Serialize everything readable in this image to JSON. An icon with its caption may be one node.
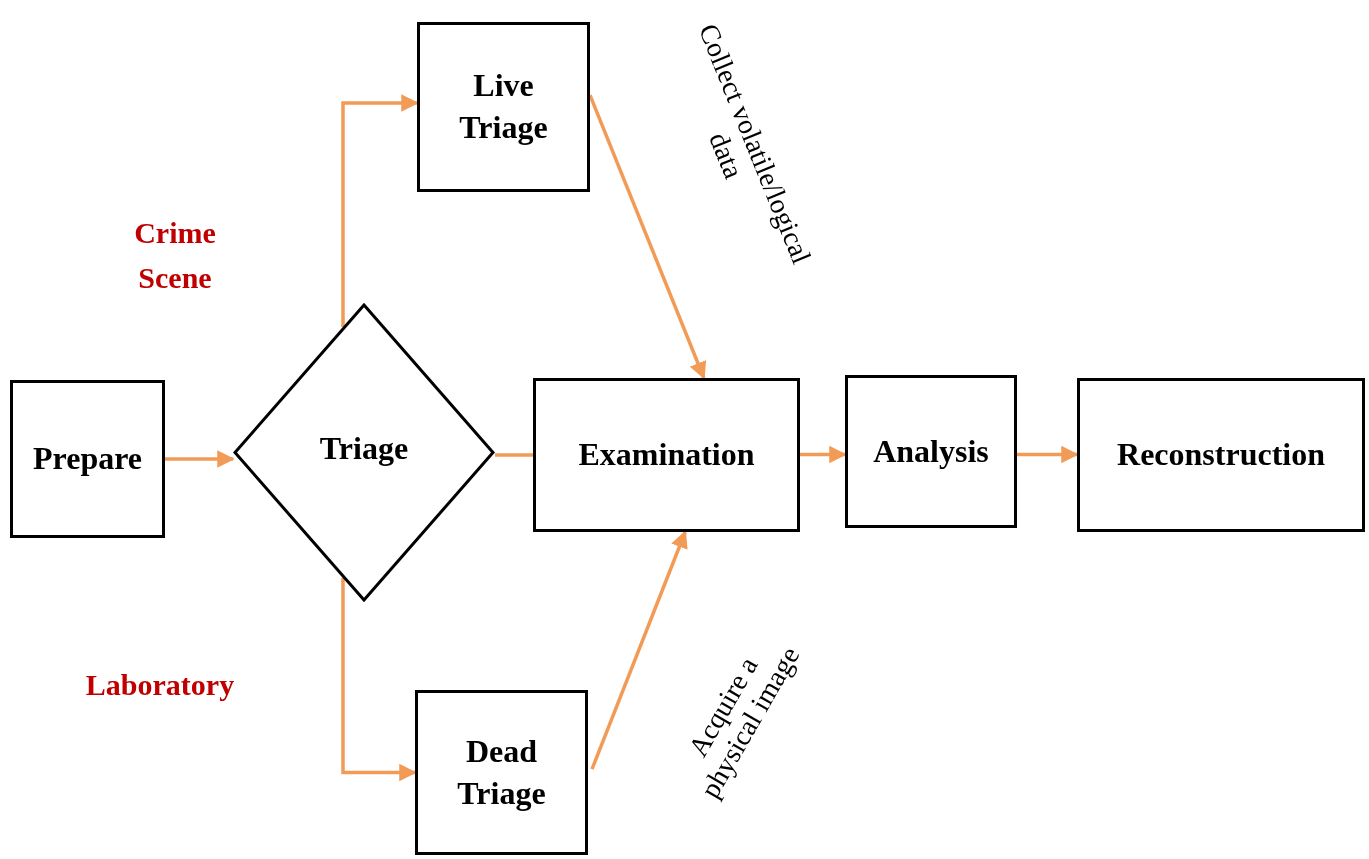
{
  "diagram": {
    "nodes": [
      {
        "text": [
          "Prepare"
        ]
      },
      {
        "text": [
          "Triage"
        ]
      },
      {
        "text": [
          "Live Triage"
        ]
      },
      {
        "text": [
          "Dead Triage"
        ]
      },
      {
        "text": [
          "Examination"
        ]
      },
      {
        "text": [
          "Analysis"
        ]
      },
      {
        "text": [
          "Reconstruction"
        ]
      }
    ],
    "edges": [
      {
        "from": 0,
        "to": 1,
        "arrow": "to"
      },
      {
        "from": 1,
        "to": 2,
        "arrow": "to"
      },
      {
        "from": 1,
        "to": 3,
        "arrow": "to"
      },
      {
        "from": 1,
        "to": 4,
        "arrow": "none"
      },
      {
        "from": 2,
        "to": 4,
        "arrow": "to",
        "label": "Collect volatile/logical data"
      },
      {
        "from": 3,
        "to": 4,
        "arrow": "to",
        "label": "Acquire a physical image"
      },
      {
        "from": 4,
        "to": 5,
        "arrow": "to"
      },
      {
        "from": 5,
        "to": 6,
        "arrow": "to"
      }
    ],
    "labels": [
      "Crime Scene",
      "Laboratory"
    ]
  }
}
